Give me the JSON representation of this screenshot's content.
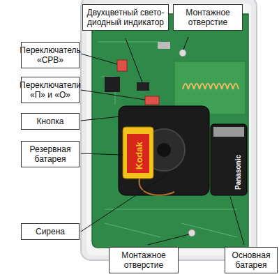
{
  "diagram": {
    "nodes": [
      {
        "text": [
          "Двухцветный свето- диодный индикатор"
        ]
      },
      {
        "text": [
          "Монтажное отверстие"
        ]
      },
      {
        "text": [
          "Переключатель «СРВ»"
        ]
      },
      {
        "text": [
          "Переключатели «П» и «О»"
        ]
      },
      {
        "text": [
          "Кнопка"
        ]
      },
      {
        "text": [
          "Резервная батарея"
        ]
      },
      {
        "text": [
          "Сирена"
        ]
      },
      {
        "text": [
          "Монтажное отверстие"
        ]
      },
      {
        "text": [
          "Основная батарея"
        ]
      }
    ],
    "labels": [
      "Kodak",
      "Panasonic"
    ]
  }
}
